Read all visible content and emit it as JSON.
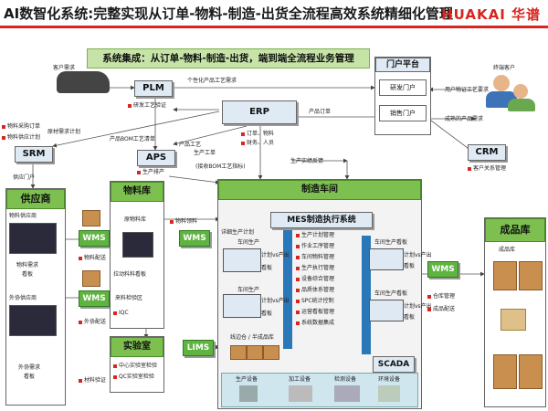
{
  "title": "AI数智化系统:完整实现从订单-物料-制造-出货全流程高效系统精细化管理",
  "brand": "HUAKAI 华谱",
  "banner": "系统集成：从订单-物料-制造-出货，端到端全流程业务管理",
  "nodes": {
    "plm": "PLM",
    "erp": "ERP",
    "aps": "APS",
    "srm": "SRM",
    "crm": "CRM",
    "portal": "门户平台",
    "portal_dev": "研发门户",
    "portal_sales": "销售门户",
    "supplier": "供应商",
    "materials": "物料库",
    "lab": "实验室",
    "workshop": "制造车间",
    "mes": "MES制造执行系统",
    "scada": "SCADA",
    "warehouse": "成品库",
    "lims": "LIMS",
    "wms1": "WMS",
    "wms2": "WMS",
    "wms3": "WMS",
    "wms4": "WMS"
  },
  "labels": {
    "customer_demand": "客户需求",
    "custom_process": "个性化产品工艺需求",
    "rd_verify": "研发工艺验证",
    "terminal_customer": "终端客户",
    "user_req": "用户物证工艺要求",
    "finished_req": "成熟的产品需求",
    "product_order": "产品订单",
    "product_bom": "产品BOM工艺清单",
    "order_material": "订单、物料",
    "finance_people": "财务、人员",
    "product_process": "产品工艺",
    "generate_ticket": "生产工单",
    "bom_receive": "(接收BOM工艺指标)",
    "production_feedback": "生产实绩反馈",
    "gen_plan": "生产排产",
    "detail_plan": "详细生产计划",
    "material_purchase": "物料采购订单",
    "material_supply_plan": "物料供应计划",
    "raw_demand": "原材需求计划",
    "supply_portal": "供应门户",
    "material_supplier": "物料供应商",
    "material_req": "物料需求",
    "dashboard": "看板",
    "outsourcing": "外协供应商",
    "outsourcing_need": "外协需求",
    "material_delivery": "物料配送",
    "outsourcing_delivery": "外协配送",
    "raw_storage": "原物料库",
    "pull_dashboard": "拉动料料看板",
    "incoming_zone": "来料检验区",
    "iqc": "IQC",
    "material_pick": "物料领料",
    "qc_center": "中心实验室检验",
    "qc_lab": "QC实验室检验",
    "material_verify": "材料验证",
    "ws_prod": "车间生产",
    "plan_vs_actual": "计划vs产出",
    "ws_board_right": "车间生产看板",
    "buffer_semi": "线边仓 / 半成品库",
    "customer_relation": "客户关系管理",
    "warehouse_mgmt": "仓库管理",
    "finished_delivery": "成品配送",
    "finished_goods": "成品库",
    "mes_items": [
      "生产计划管理",
      "作业工序管理",
      "车间物料管理",
      "生产执行管理",
      "设备综合管理",
      "品质体系管理",
      "SPC统计控制",
      "运营看板管理",
      "系统数据集成"
    ],
    "equipment": [
      "生产设备",
      "加工设备",
      "检测设备",
      "环境设备"
    ]
  },
  "colors": {
    "accent": "#d7261f",
    "green": "#7dc050",
    "blue": "#2a78b8"
  }
}
